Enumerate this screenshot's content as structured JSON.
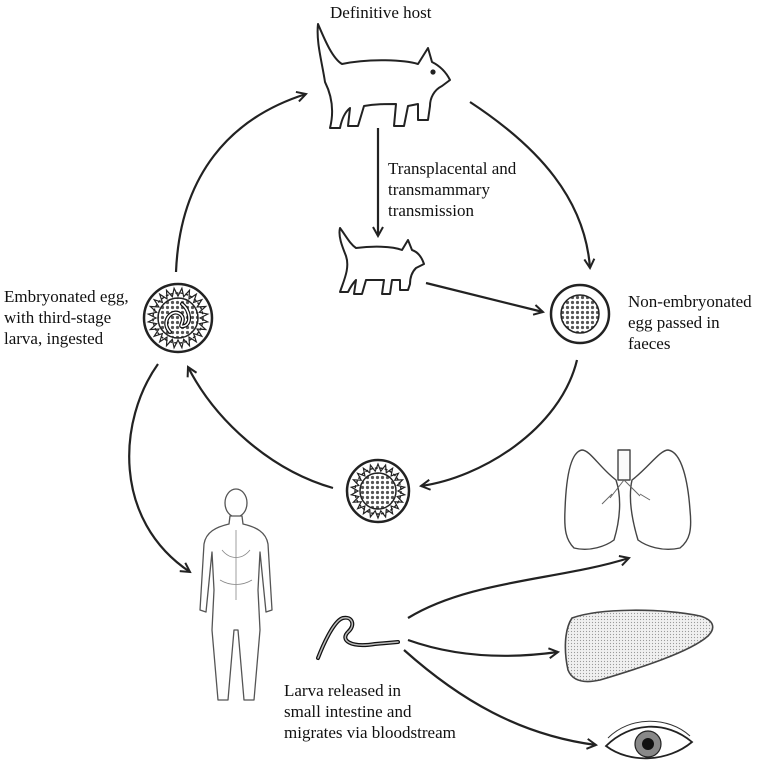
{
  "labels": {
    "definitive_host": "Definitive host",
    "transmission": [
      "Transplacental and",
      "transmammary",
      "transmission"
    ],
    "non_embryonated": [
      "Non-embryonated",
      "egg passed in",
      "faeces"
    ],
    "embryonated": [
      "Embryonated egg,",
      "with third-stage",
      "larva, ingested"
    ],
    "larva": [
      "Larva released in",
      "small intestine and",
      "migrates via bloodstream"
    ]
  },
  "icons": [
    "adult-dog-icon",
    "puppy-icon",
    "non-embryonated-egg-icon",
    "developing-egg-icon",
    "embryonated-egg-icon",
    "human-figure-icon",
    "larva-icon",
    "lungs-icon",
    "liver-icon",
    "eye-icon"
  ],
  "colors": {
    "line": "#222222",
    "fill_dark": "#1a1a1a",
    "fill_light": "#ffffff",
    "organ_shade": "#e8e8e8"
  }
}
